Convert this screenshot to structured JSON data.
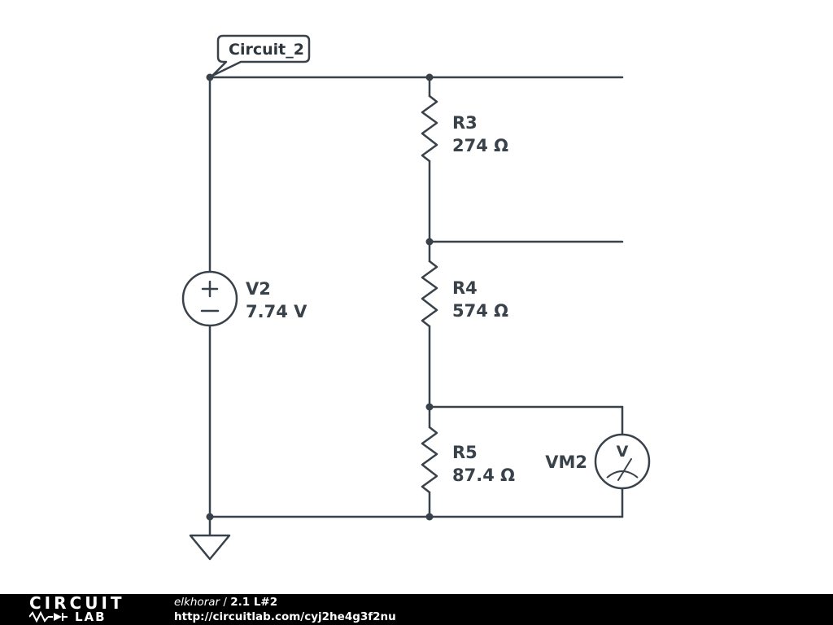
{
  "canvas": {
    "background": "#ffffff",
    "wire_color": "#39424a"
  },
  "circuit": {
    "label": "Circuit_2",
    "components": {
      "v2": {
        "name": "V2",
        "value": "7.74 V"
      },
      "r3": {
        "name": "R3",
        "value": "274 Ω"
      },
      "r4": {
        "name": "R4",
        "value": "574 Ω"
      },
      "r5": {
        "name": "R5",
        "value": "87.4 Ω"
      },
      "vm2": {
        "name": "VM2",
        "meter_letter": "V"
      }
    }
  },
  "footer": {
    "logo_line1": "CIRCUIT",
    "logo_line2": "LAB",
    "author": "elkhorar",
    "separator": " / ",
    "title": "2.1 L#2",
    "url": "http://circuitlab.com/cyj2he4g3f2nu"
  }
}
